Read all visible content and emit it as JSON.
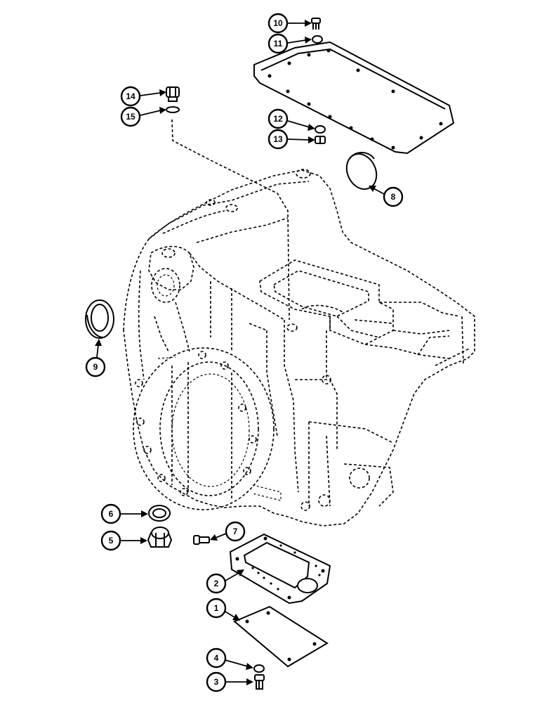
{
  "diagram": {
    "callouts": [
      {
        "id": "c10",
        "label": "10"
      },
      {
        "id": "c11",
        "label": "11"
      },
      {
        "id": "c14",
        "label": "14"
      },
      {
        "id": "c15",
        "label": "15"
      },
      {
        "id": "c12",
        "label": "12"
      },
      {
        "id": "c13",
        "label": "13"
      },
      {
        "id": "c8",
        "label": "8"
      },
      {
        "id": "c9",
        "label": "9"
      },
      {
        "id": "c6",
        "label": "6"
      },
      {
        "id": "c5",
        "label": "5"
      },
      {
        "id": "c7",
        "label": "7"
      },
      {
        "id": "c2",
        "label": "2"
      },
      {
        "id": "c1",
        "label": "1"
      },
      {
        "id": "c4",
        "label": "4"
      },
      {
        "id": "c3",
        "label": "3"
      }
    ]
  }
}
